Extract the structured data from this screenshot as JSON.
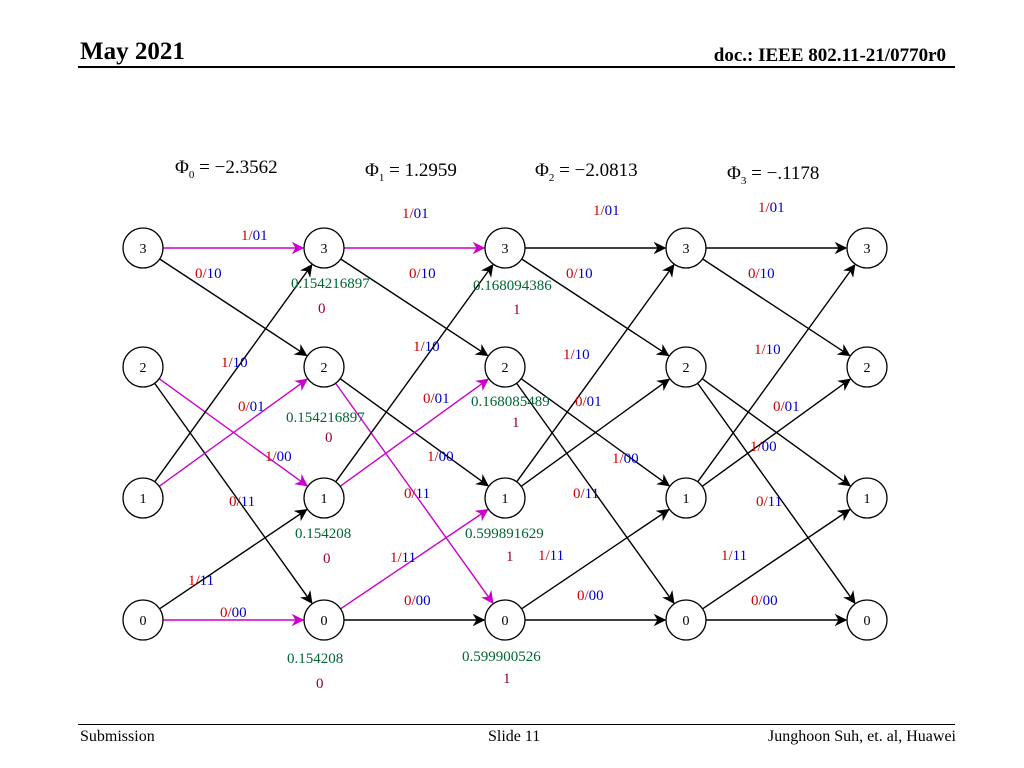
{
  "header": {
    "date": "May 2021",
    "doc": "doc.: IEEE 802.11-21/0770r0"
  },
  "footer": {
    "left": "Submission",
    "center": "Slide 11",
    "right": "Junghoon Suh, et. al, Huawei"
  },
  "phases": [
    {
      "symbol": "Φ",
      "sub": "0",
      "eq": " = −2.3562"
    },
    {
      "symbol": "Φ",
      "sub": "1",
      "eq": " = 1.2959"
    },
    {
      "symbol": "Φ",
      "sub": "2",
      "eq": " = −2.0813"
    },
    {
      "symbol": "Φ",
      "sub": "3",
      "eq": " = −.1178"
    }
  ],
  "states": [
    "3",
    "2",
    "1",
    "0"
  ],
  "stage_count": 5,
  "colors": {
    "highlight": "#cc00cc",
    "red": "#cc0000",
    "blue": "#0000cc",
    "green": "#006633",
    "maroon": "#990033",
    "edge": "#000000"
  },
  "edges": [
    {
      "s": 0,
      "from": "3",
      "to": "3",
      "hl": true
    },
    {
      "s": 0,
      "from": "3",
      "to": "2",
      "hl": false
    },
    {
      "s": 0,
      "from": "2",
      "to": "1",
      "hl": true
    },
    {
      "s": 0,
      "from": "2",
      "to": "0",
      "hl": false
    },
    {
      "s": 0,
      "from": "1",
      "to": "3",
      "hl": false
    },
    {
      "s": 0,
      "from": "1",
      "to": "2",
      "hl": true
    },
    {
      "s": 0,
      "from": "0",
      "to": "1",
      "hl": false
    },
    {
      "s": 0,
      "from": "0",
      "to": "0",
      "hl": true
    },
    {
      "s": 1,
      "from": "3",
      "to": "3",
      "hl": true
    },
    {
      "s": 1,
      "from": "3",
      "to": "2",
      "hl": false
    },
    {
      "s": 1,
      "from": "2",
      "to": "1",
      "hl": false
    },
    {
      "s": 1,
      "from": "2",
      "to": "0",
      "hl": true
    },
    {
      "s": 1,
      "from": "1",
      "to": "3",
      "hl": false
    },
    {
      "s": 1,
      "from": "1",
      "to": "2",
      "hl": true
    },
    {
      "s": 1,
      "from": "0",
      "to": "1",
      "hl": true
    },
    {
      "s": 1,
      "from": "0",
      "to": "0",
      "hl": false
    },
    {
      "s": 2,
      "from": "3",
      "to": "3",
      "hl": false
    },
    {
      "s": 2,
      "from": "3",
      "to": "2",
      "hl": false
    },
    {
      "s": 2,
      "from": "2",
      "to": "1",
      "hl": false
    },
    {
      "s": 2,
      "from": "2",
      "to": "0",
      "hl": false
    },
    {
      "s": 2,
      "from": "1",
      "to": "3",
      "hl": false
    },
    {
      "s": 2,
      "from": "1",
      "to": "2",
      "hl": false
    },
    {
      "s": 2,
      "from": "0",
      "to": "1",
      "hl": false
    },
    {
      "s": 2,
      "from": "0",
      "to": "0",
      "hl": false
    },
    {
      "s": 3,
      "from": "3",
      "to": "3",
      "hl": false
    },
    {
      "s": 3,
      "from": "3",
      "to": "2",
      "hl": false
    },
    {
      "s": 3,
      "from": "2",
      "to": "1",
      "hl": false
    },
    {
      "s": 3,
      "from": "2",
      "to": "0",
      "hl": false
    },
    {
      "s": 3,
      "from": "1",
      "to": "3",
      "hl": false
    },
    {
      "s": 3,
      "from": "1",
      "to": "2",
      "hl": false
    },
    {
      "s": 3,
      "from": "0",
      "to": "1",
      "hl": false
    },
    {
      "s": 3,
      "from": "0",
      "to": "0",
      "hl": false
    }
  ],
  "edge_labels": [
    {
      "a": "1",
      "b": "01",
      "stage": 0,
      "pos": "top-1"
    },
    {
      "a": "0",
      "b": "10",
      "stage": 0,
      "pos": "top-2"
    },
    {
      "a": "1",
      "b": "10",
      "stage": 0,
      "pos": "mid-1"
    },
    {
      "a": "0",
      "b": "01",
      "stage": 0,
      "pos": "mid-2"
    },
    {
      "a": "1",
      "b": "00",
      "stage": 0,
      "pos": "mid-3"
    },
    {
      "a": "0",
      "b": "11",
      "stage": 0,
      "pos": "low-1"
    },
    {
      "a": "1",
      "b": "11",
      "stage": 0,
      "pos": "low-2"
    },
    {
      "a": "0",
      "b": "00",
      "stage": 0,
      "pos": "bot"
    },
    {
      "a": "1",
      "b": "01",
      "stage": 1,
      "pos": "top-1"
    },
    {
      "a": "0",
      "b": "10",
      "stage": 1,
      "pos": "top-2"
    },
    {
      "a": "1",
      "b": "10",
      "stage": 1,
      "pos": "mid-1"
    },
    {
      "a": "0",
      "b": "01",
      "stage": 1,
      "pos": "mid-2"
    },
    {
      "a": "1",
      "b": "00",
      "stage": 1,
      "pos": "mid-3"
    },
    {
      "a": "0",
      "b": "11",
      "stage": 1,
      "pos": "low-1"
    },
    {
      "a": "1",
      "b": "11",
      "stage": 1,
      "pos": "low-2"
    },
    {
      "a": "0",
      "b": "00",
      "stage": 1,
      "pos": "bot"
    },
    {
      "a": "1",
      "b": "01",
      "stage": 2,
      "pos": "top-1"
    },
    {
      "a": "0",
      "b": "10",
      "stage": 2,
      "pos": "top-2"
    },
    {
      "a": "1",
      "b": "10",
      "stage": 2,
      "pos": "mid-1"
    },
    {
      "a": "0",
      "b": "01",
      "stage": 2,
      "pos": "mid-2"
    },
    {
      "a": "1",
      "b": "00",
      "stage": 2,
      "pos": "mid-3"
    },
    {
      "a": "0",
      "b": "11",
      "stage": 2,
      "pos": "low-1"
    },
    {
      "a": "1",
      "b": "11",
      "stage": 2,
      "pos": "low-2"
    },
    {
      "a": "0",
      "b": "00",
      "stage": 2,
      "pos": "bot"
    },
    {
      "a": "1",
      "b": "01",
      "stage": 3,
      "pos": "top-1"
    },
    {
      "a": "0",
      "b": "10",
      "stage": 3,
      "pos": "top-2"
    },
    {
      "a": "1",
      "b": "10",
      "stage": 3,
      "pos": "mid-1"
    },
    {
      "a": "0",
      "b": "01",
      "stage": 3,
      "pos": "mid-2"
    },
    {
      "a": "1",
      "b": "00",
      "stage": 3,
      "pos": "mid-3"
    },
    {
      "a": "0",
      "b": "11",
      "stage": 3,
      "pos": "low-1"
    },
    {
      "a": "1",
      "b": "11",
      "stage": 3,
      "pos": "low-2"
    },
    {
      "a": "0",
      "b": "00",
      "stage": 3,
      "pos": "bot"
    }
  ],
  "node_metrics": [
    {
      "stage": 1,
      "state": "3",
      "value": "0.154216897",
      "bit": "0"
    },
    {
      "stage": 1,
      "state": "2",
      "value": "0.154216897",
      "bit": "0"
    },
    {
      "stage": 1,
      "state": "1",
      "value": "0.154208",
      "bit": "0"
    },
    {
      "stage": 1,
      "state": "0",
      "value": "0.154208",
      "bit": "0"
    },
    {
      "stage": 2,
      "state": "3",
      "value": "0.168094386",
      "bit": "1"
    },
    {
      "stage": 2,
      "state": "2",
      "value": "0.168085489",
      "bit": "1"
    },
    {
      "stage": 2,
      "state": "1",
      "value": "0.599891629",
      "bit": "1"
    },
    {
      "stage": 2,
      "state": "0",
      "value": "0.599900526",
      "bit": "1"
    }
  ]
}
